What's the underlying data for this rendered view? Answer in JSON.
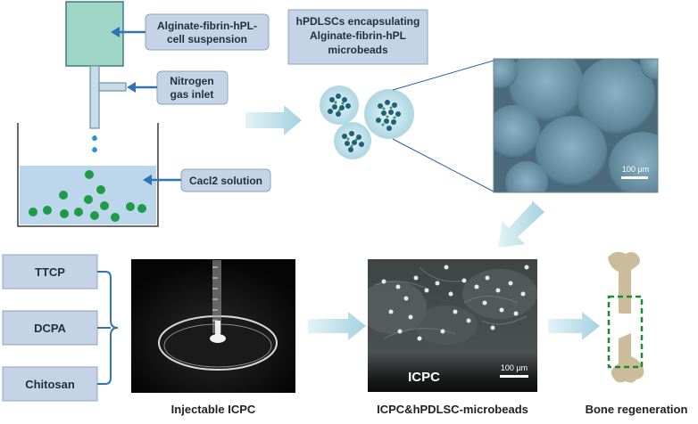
{
  "labels": {
    "cell_suspension_line1": "Alginate-fibrin-hPL-",
    "cell_suspension_line2": "cell suspension",
    "nitrogen_line1": "Nitrogen",
    "nitrogen_line2": "gas inlet",
    "cacl2": "Cacl2 solution",
    "microbeads_line1": "hPDLSCs encapsulating",
    "microbeads_line2": "Alginate-fibrin-hPL",
    "microbeads_line3": "microbeads",
    "scale_top": "100 µm",
    "scale_bottom": "100 µm",
    "icpc_overlay": "ICPC",
    "ttcp": "TTCP",
    "dcpa": "DCPA",
    "chitosan": "Chitosan",
    "caption_injectable": "Injectable ICPC",
    "caption_microbeads": "ICPC&hPDLSC-microbeads",
    "caption_bone": "Bone regeneration"
  },
  "colors": {
    "label_box": "#c5d3e6",
    "arrow_blue": "#2f74b5",
    "arrow_light": "#b5dbe6",
    "liquid": "#bcd7ec",
    "bead_green": "#1f9a47",
    "bone": "#cbbd9c",
    "dashed_green": "#1e8a2e"
  }
}
